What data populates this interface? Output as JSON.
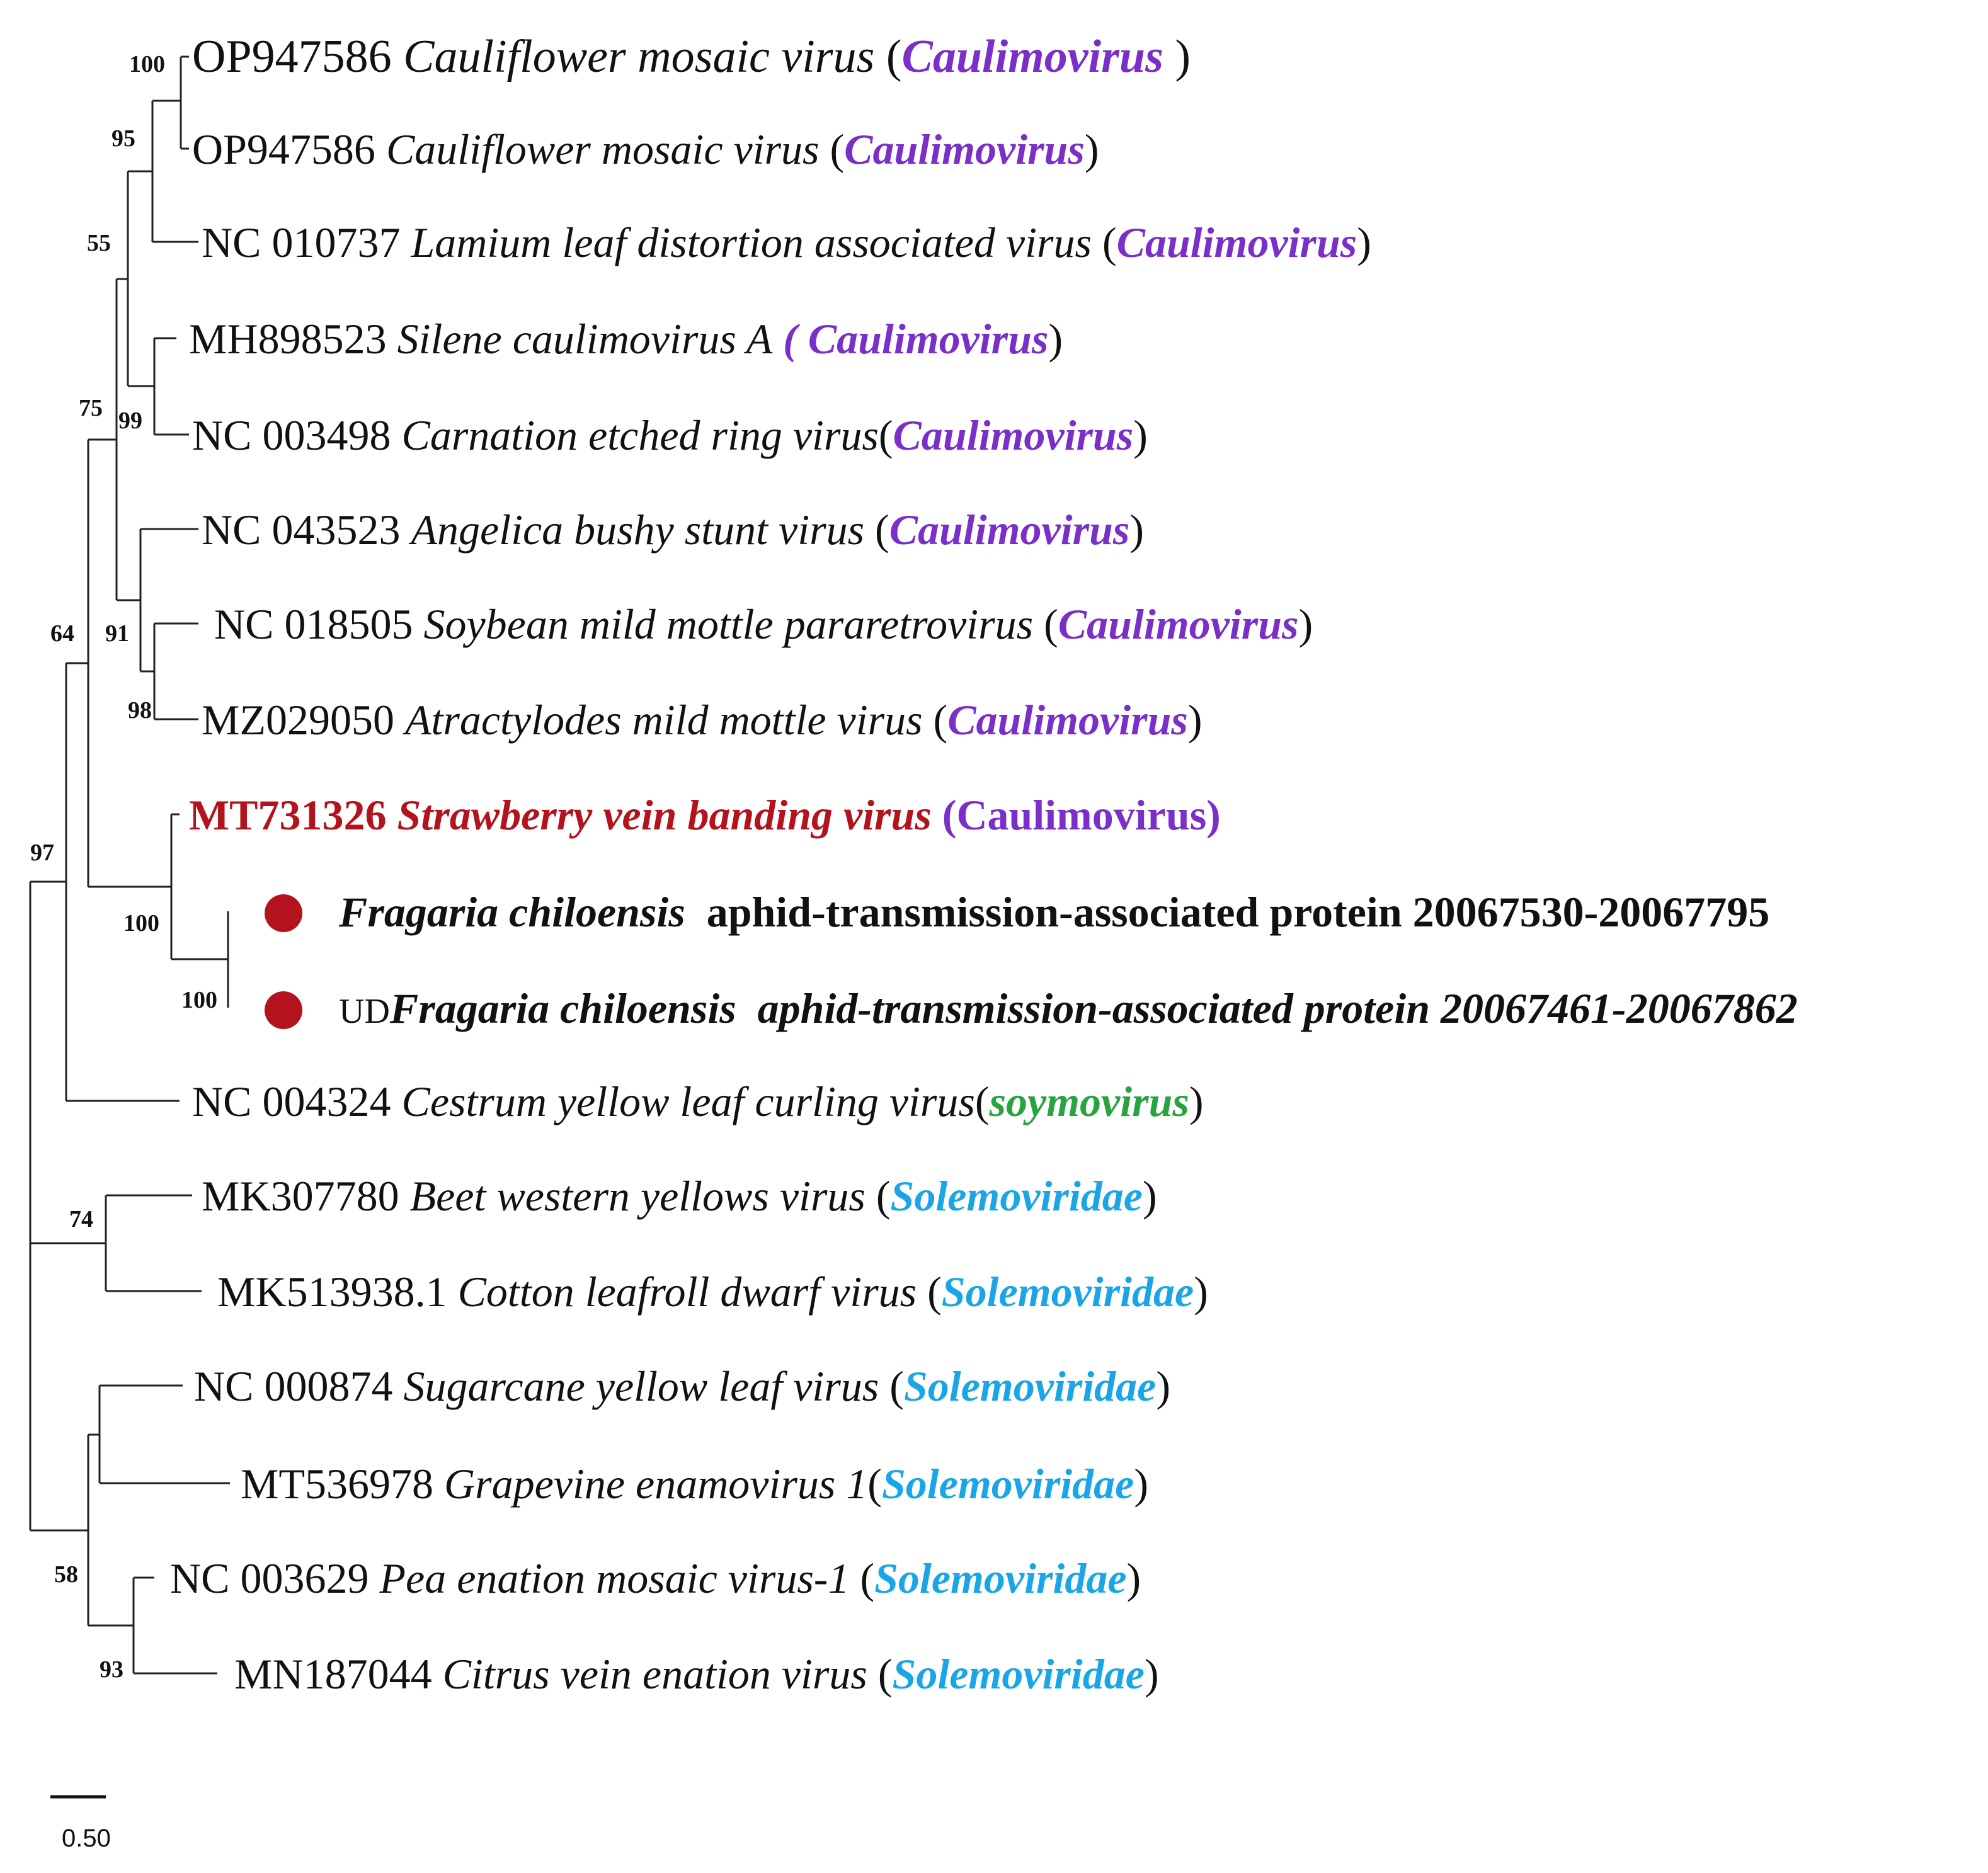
{
  "colors": {
    "caulimovirus": "#7a2fc8",
    "soymovirus": "#27a33f",
    "solemoviridae": "#1aa6e6",
    "highlight": "#b3131c",
    "marker": "#b3131c",
    "text": "#111111"
  },
  "taxa": [
    {
      "id": "t1",
      "parts": [
        {
          "text": "OP947586 ",
          "style": "acc"
        },
        {
          "text": "Cauliflower mosaic virus",
          "style": "sp"
        },
        {
          "text": " (",
          "style": "acc"
        },
        {
          "text": "Caulimovirus ",
          "style": "gen",
          "color": "caulimovirus"
        },
        {
          "text": ")",
          "style": "acc"
        }
      ]
    },
    {
      "id": "t2",
      "parts": [
        {
          "text": "OP947586 ",
          "style": "acc"
        },
        {
          "text": "Cauliflower mosaic virus",
          "style": "sp"
        },
        {
          "text": " (",
          "style": "acc"
        },
        {
          "text": "Caulimovirus",
          "style": "gen",
          "color": "caulimovirus"
        },
        {
          "text": ")",
          "style": "acc"
        }
      ]
    },
    {
      "id": "t3",
      "parts": [
        {
          "text": "NC 010737 ",
          "style": "acc"
        },
        {
          "text": "Lamium leaf distortion associated virus",
          "style": "sp"
        },
        {
          "text": " (",
          "style": "acc"
        },
        {
          "text": "Caulimovirus",
          "style": "gen",
          "color": "caulimovirus"
        },
        {
          "text": ")",
          "style": "acc"
        }
      ]
    },
    {
      "id": "t4",
      "parts": [
        {
          "text": "MH898523 ",
          "style": "acc"
        },
        {
          "text": "Silene caulimovirus A",
          "style": "sp"
        },
        {
          "text": " ",
          "style": "acc"
        },
        {
          "text": "( Caulimovirus",
          "style": "gen",
          "color": "caulimovirus"
        },
        {
          "text": ")",
          "style": "acc"
        }
      ]
    },
    {
      "id": "t5",
      "parts": [
        {
          "text": "NC 003498 ",
          "style": "acc"
        },
        {
          "text": "Carnation etched ring virus",
          "style": "sp"
        },
        {
          "text": "(",
          "style": "acc"
        },
        {
          "text": "Caulimovirus",
          "style": "gen",
          "color": "caulimovirus"
        },
        {
          "text": ")",
          "style": "acc"
        }
      ]
    },
    {
      "id": "t6",
      "parts": [
        {
          "text": "NC 043523 ",
          "style": "acc"
        },
        {
          "text": "Angelica bushy stunt virus",
          "style": "sp"
        },
        {
          "text": " (",
          "style": "acc"
        },
        {
          "text": "Caulimovirus",
          "style": "gen",
          "color": "caulimovirus"
        },
        {
          "text": ")",
          "style": "acc"
        }
      ]
    },
    {
      "id": "t7",
      "parts": [
        {
          "text": "NC 018505 ",
          "style": "acc"
        },
        {
          "text": "Soybean mild mottle pararetrovirus",
          "style": "sp"
        },
        {
          "text": " (",
          "style": "acc"
        },
        {
          "text": "Caulimovirus",
          "style": "gen",
          "color": "caulimovirus"
        },
        {
          "text": ")",
          "style": "acc"
        }
      ]
    },
    {
      "id": "t8",
      "parts": [
        {
          "text": "MZ029050 ",
          "style": "acc"
        },
        {
          "text": "Atractylodes mild mottle virus",
          "style": "sp"
        },
        {
          "text": " (",
          "style": "acc"
        },
        {
          "text": "Caulimovirus",
          "style": "gen",
          "color": "caulimovirus"
        },
        {
          "text": ")",
          "style": "acc"
        }
      ]
    },
    {
      "id": "t9",
      "highlight": true,
      "parts": [
        {
          "text": "MT731326 ",
          "style": "acc",
          "color": "highlight"
        },
        {
          "text": "Strawberry vein banding virus",
          "style": "sp",
          "color": "highlight"
        },
        {
          "text": " (",
          "style": "acc",
          "color": "caulimovirus"
        },
        {
          "text": "Caulimovirus",
          "style": "bold",
          "color": "caulimovirus"
        },
        {
          "text": ")",
          "style": "acc",
          "color": "caulimovirus"
        }
      ]
    },
    {
      "id": "t10",
      "marker": true,
      "parts": [
        {
          "text": "Fragaria chiloensis",
          "style": "bi"
        },
        {
          "text": "  aphid-transmission-associated protein 20067530-20067795",
          "style": "bold"
        }
      ]
    },
    {
      "id": "t11",
      "marker": true,
      "parts": [
        {
          "text": "UD",
          "style": "plain-small"
        },
        {
          "text": "Fragaria chiloensis  aphid-transmission-associated protein 20067461-20067862",
          "style": "bi"
        }
      ]
    },
    {
      "id": "t12",
      "parts": [
        {
          "text": "NC 004324 ",
          "style": "acc"
        },
        {
          "text": "Cestrum yellow leaf curling virus",
          "style": "sp"
        },
        {
          "text": "(",
          "style": "acc"
        },
        {
          "text": "soymovirus",
          "style": "gen",
          "color": "soymovirus"
        },
        {
          "text": ")",
          "style": "acc"
        }
      ]
    },
    {
      "id": "t13",
      "parts": [
        {
          "text": "MK307780 ",
          "style": "acc"
        },
        {
          "text": "Beet western yellows virus",
          "style": "sp"
        },
        {
          "text": " (",
          "style": "acc"
        },
        {
          "text": "Solemoviridae",
          "style": "gen",
          "color": "solemoviridae"
        },
        {
          "text": ")",
          "style": "acc"
        }
      ]
    },
    {
      "id": "t14",
      "parts": [
        {
          "text": "MK513938.1 ",
          "style": "acc"
        },
        {
          "text": "Cotton leafroll dwarf virus",
          "style": "sp"
        },
        {
          "text": " (",
          "style": "acc"
        },
        {
          "text": "Solemoviridae",
          "style": "gen",
          "color": "solemoviridae"
        },
        {
          "text": ")",
          "style": "acc"
        }
      ]
    },
    {
      "id": "t15",
      "parts": [
        {
          "text": "NC 000874 ",
          "style": "acc"
        },
        {
          "text": "Sugarcane yellow leaf virus",
          "style": "sp"
        },
        {
          "text": " (",
          "style": "acc"
        },
        {
          "text": "Solemoviridae",
          "style": "gen",
          "color": "solemoviridae"
        },
        {
          "text": ")",
          "style": "acc"
        }
      ]
    },
    {
      "id": "t16",
      "parts": [
        {
          "text": "MT536978 ",
          "style": "acc"
        },
        {
          "text": "Grapevine enamovirus 1",
          "style": "sp"
        },
        {
          "text": "(",
          "style": "acc"
        },
        {
          "text": "Solemoviridae",
          "style": "gen",
          "color": "solemoviridae"
        },
        {
          "text": ")",
          "style": "acc"
        }
      ]
    },
    {
      "id": "t17",
      "parts": [
        {
          "text": "NC 003629 ",
          "style": "acc"
        },
        {
          "text": "Pea enation mosaic virus-1",
          "style": "sp"
        },
        {
          "text": " (",
          "style": "acc"
        },
        {
          "text": "Solemoviridae",
          "style": "gen",
          "color": "solemoviridae"
        },
        {
          "text": ")",
          "style": "acc"
        }
      ]
    },
    {
      "id": "t18",
      "parts": [
        {
          "text": "MN187044 ",
          "style": "acc"
        },
        {
          "text": "Citrus vein enation virus",
          "style": "sp"
        },
        {
          "text": " (",
          "style": "acc"
        },
        {
          "text": "Solemoviridae",
          "style": "gen",
          "color": "solemoviridae"
        },
        {
          "text": ")",
          "style": "acc"
        }
      ]
    }
  ],
  "bootstrap": {
    "n_t1_t2": "100",
    "n_t1_t3": "95",
    "n_t1_t5": "55",
    "n_t4_t5": "99",
    "n_t1_t8": "75",
    "n_t7_t8": "98",
    "n_t6_t8": "91",
    "n_t10_t11": "100",
    "n_t9_t11": "100",
    "n_t1_t12": "64",
    "n_t1_t11": "97",
    "n_t13_t14": "74",
    "n_t15_t18": "58",
    "n_t17_t18": "93"
  },
  "scale_bar": {
    "label": "0.50"
  }
}
